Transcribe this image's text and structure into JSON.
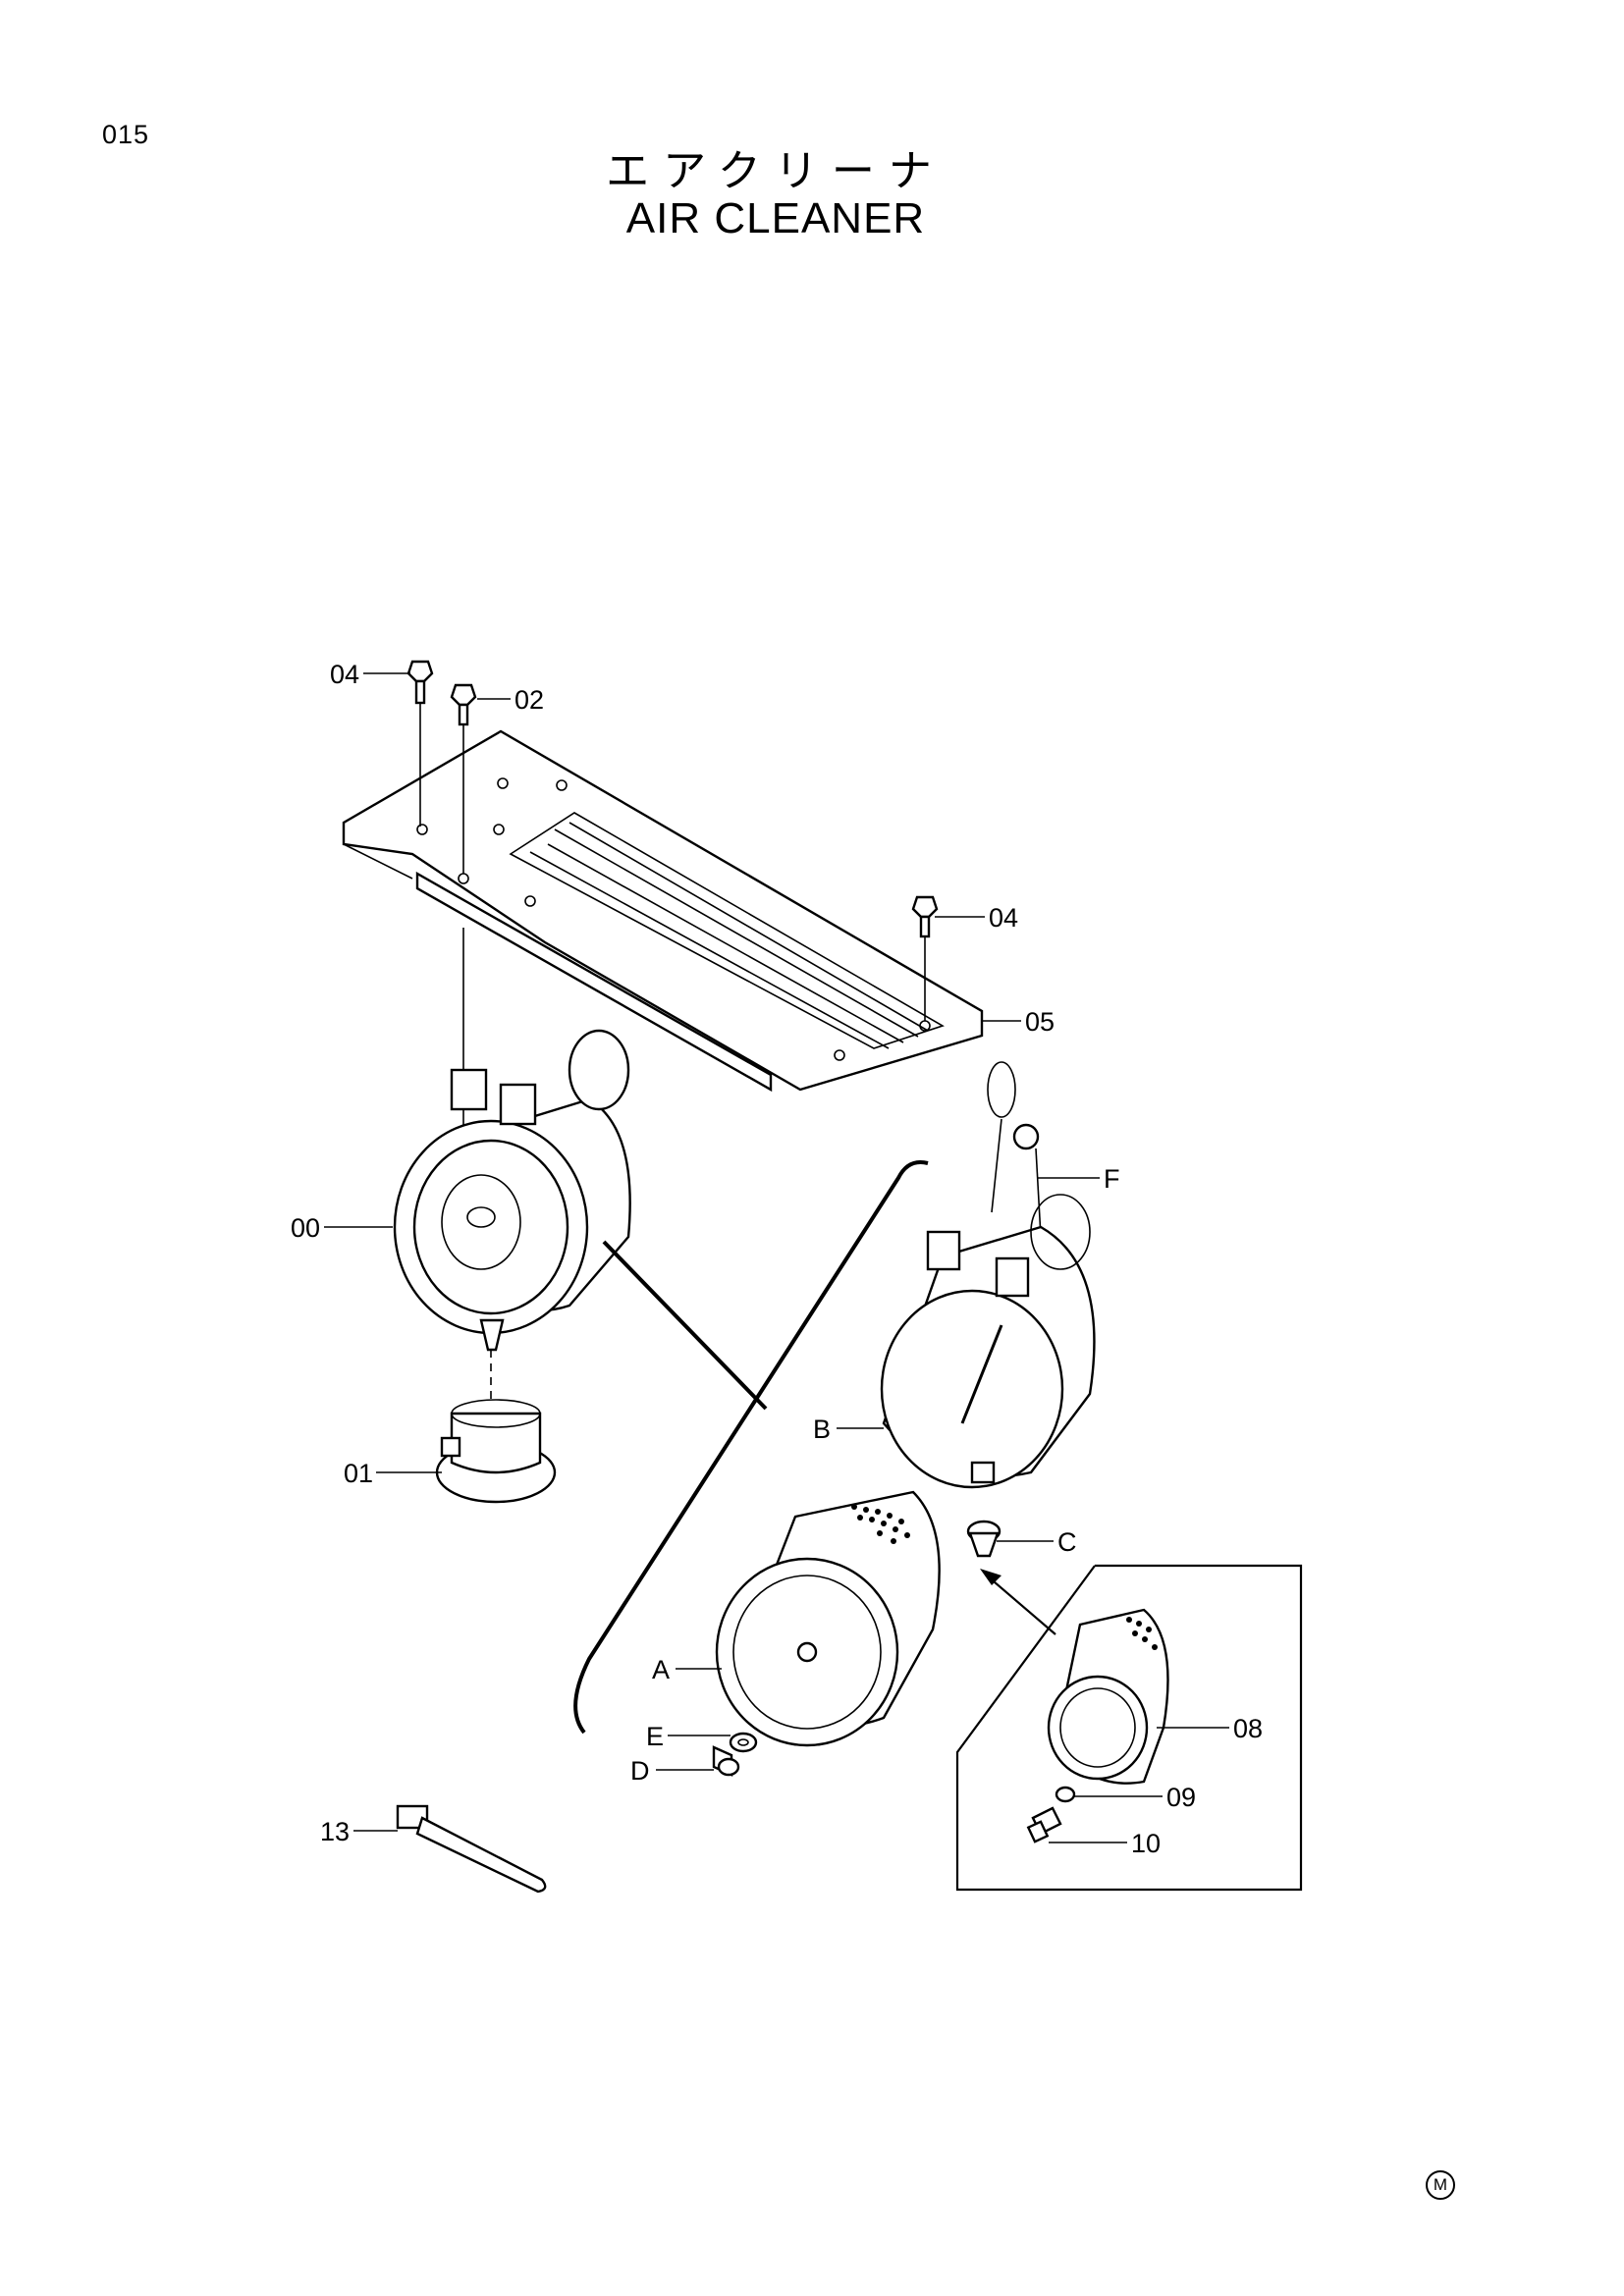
{
  "header": {
    "page_number": "015",
    "title_jp": "エアクリーナ",
    "title_en": "AIR CLEANER"
  },
  "callouts": {
    "c04a": "04",
    "c02": "02",
    "c04b": "04",
    "c05": "05",
    "c00": "00",
    "c01": "01",
    "cF": "F",
    "cB": "B",
    "cC": "C",
    "cA": "A",
    "cE": "E",
    "cD": "D",
    "c08": "08",
    "c09": "09",
    "c10": "10",
    "c13": "13"
  },
  "footer": {
    "mark": "M"
  }
}
